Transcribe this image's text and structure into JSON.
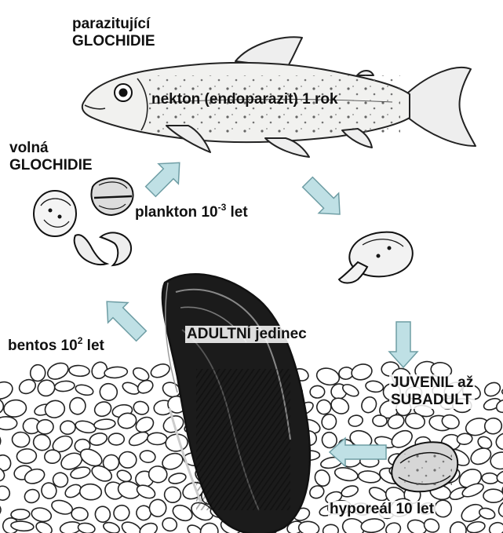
{
  "labels": {
    "parasitic_line1": "parazitující",
    "parasitic_line2": "GLOCHIDIE",
    "nekton": "nekton (endoparazit) 1 rok",
    "free_line1": "volná",
    "free_line2": "GLOCHIDIE",
    "plankton_text": "plankton 10",
    "plankton_exp": "-3",
    "plankton_unit": " let",
    "benthos_text": "bentos 10",
    "benthos_exp": "2",
    "benthos_unit": " let",
    "adult": "ADULTNÍ jedinec",
    "juvenile_line1": "JUVENIL až",
    "juvenile_line2": "SUBADULT",
    "hyporeal": "hyporeál 10 let"
  },
  "colors": {
    "arrow_fill": "#bfe0e5",
    "arrow_stroke": "#6e9da4",
    "ink": "#111111",
    "mussel_dark": "#1a1a1a"
  }
}
